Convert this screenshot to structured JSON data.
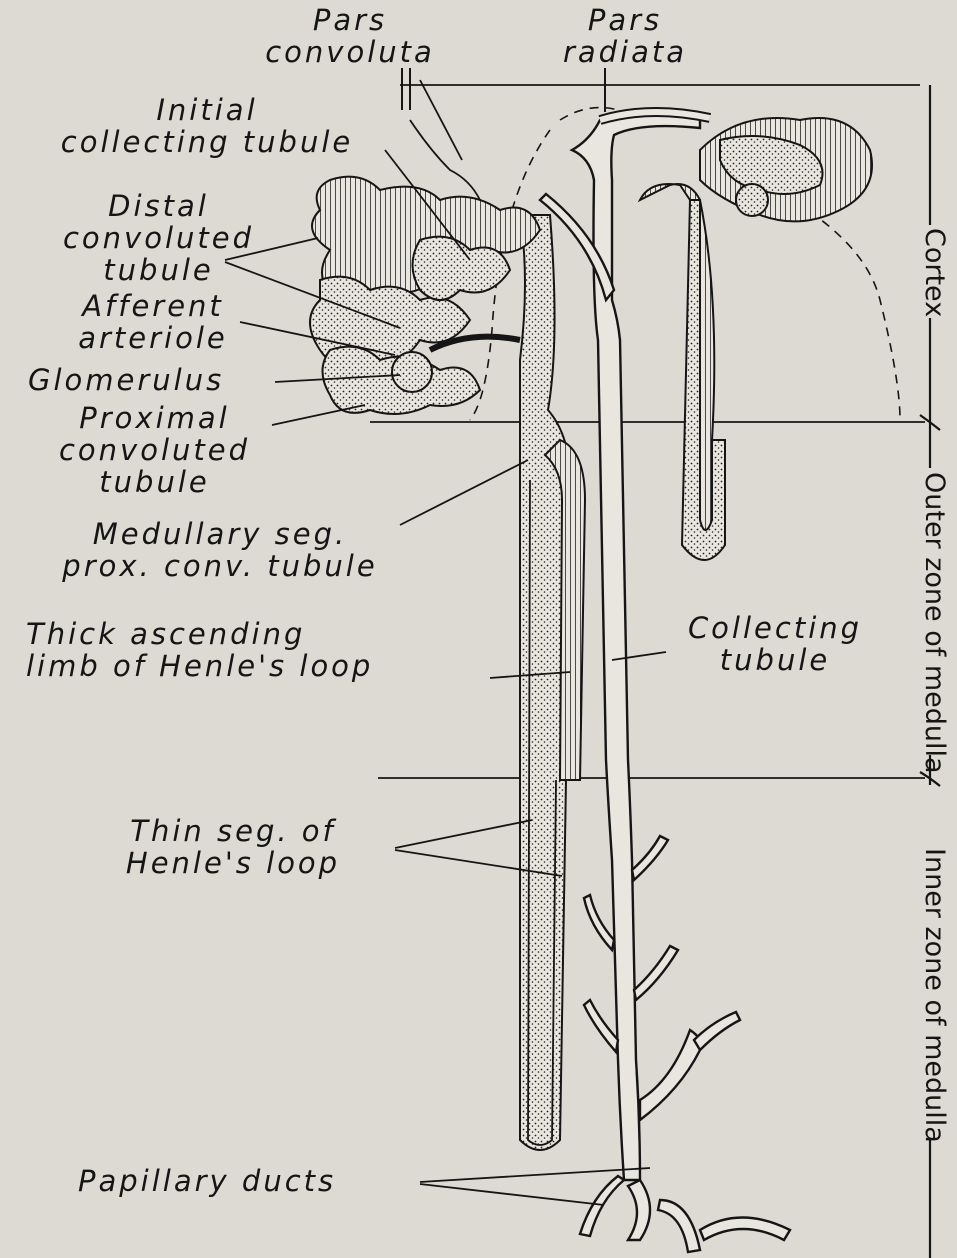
{
  "labels": {
    "pars_convoluta": [
      "Pars",
      "convoluta"
    ],
    "pars_radiata": [
      "Pars",
      "radiata"
    ],
    "initial_collecting_tubule": [
      "Initial",
      "collecting tubule"
    ],
    "distal_convoluted_tubule": [
      "Distal",
      "convoluted",
      "tubule"
    ],
    "afferent_arteriole": [
      "Afferent",
      "arteriole"
    ],
    "glomerulus": "Glomerulus",
    "proximal_convoluted_tubule": [
      "Proximal",
      "convoluted",
      "tubule"
    ],
    "medullary_segment": [
      "Medullary seg.",
      "prox. conv. tubule"
    ],
    "thick_ascending_limb": [
      "Thick ascending",
      "limb of Henle's loop"
    ],
    "collecting_tubule": [
      "Collecting",
      "tubule"
    ],
    "thin_segment": [
      "Thin seg. of",
      "Henle's loop"
    ],
    "papillary_ducts": "Papillary ducts"
  },
  "zones": {
    "cortex": "Cortex",
    "outer_medulla": "Outer zone of medulla",
    "inner_medulla": "Inner zone of medulla"
  },
  "colors": {
    "ink": "#151515",
    "paper": "#dddad3"
  }
}
